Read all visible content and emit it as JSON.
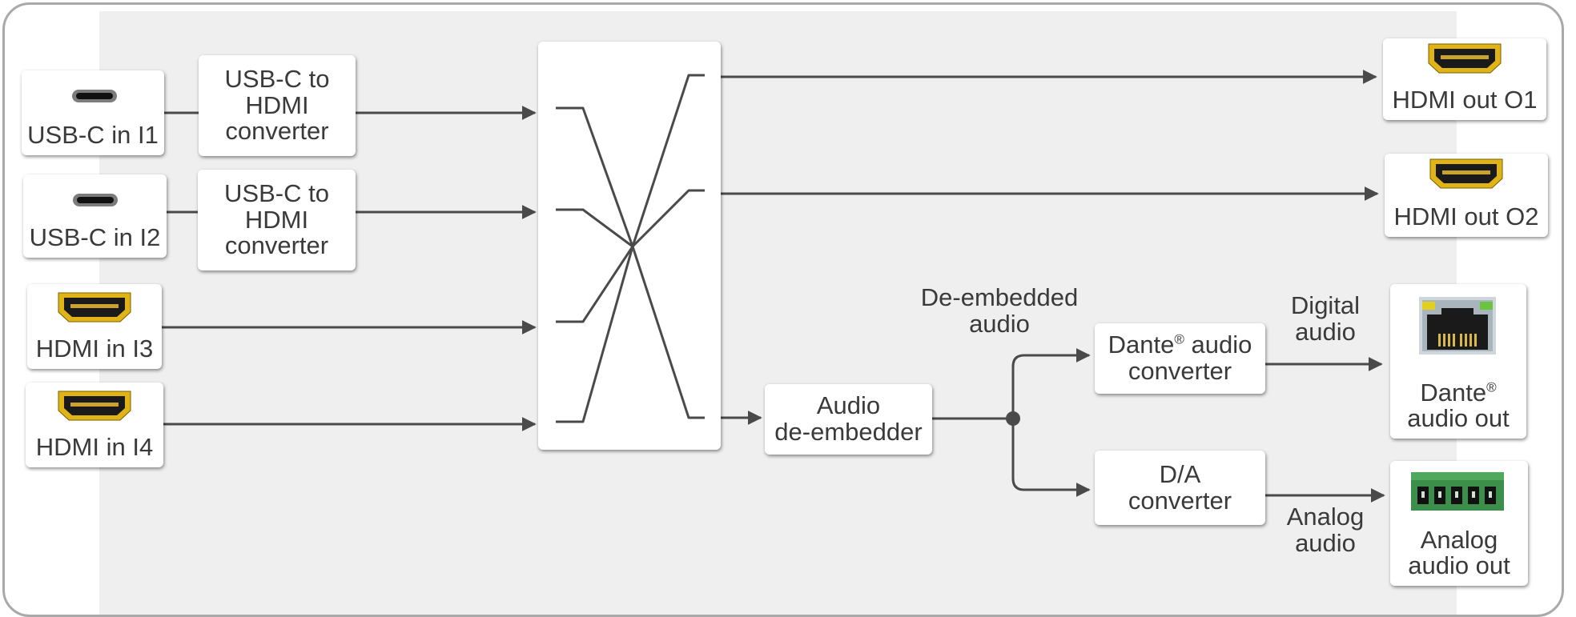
{
  "inputs": {
    "usbc_i1": "USB-C in I1",
    "usbc_i2": "USB-C in I2",
    "hdmi_i3": "HDMI in I3",
    "hdmi_i4": "HDMI in I4"
  },
  "converters": {
    "usbc_hdmi_1": "USB-C to\nHDMI\nconverter",
    "usbc_hdmi_2": "USB-C to\nHDMI\nconverter"
  },
  "outputs": {
    "hdmi_o1": "HDMI out O1",
    "hdmi_o2": "HDMI out O2",
    "dante_out": "Dante",
    "dante_out_reg": "®",
    "dante_out_line2": "audio out",
    "analog_out": "Analog\naudio out"
  },
  "processing": {
    "deembedder": "Audio\nde-embedder",
    "dante_converter": "Dante",
    "dante_converter_reg": "®",
    "dante_converter_rest": " audio",
    "dante_converter_line2": "converter",
    "da_converter": "D/A\nconverter"
  },
  "flow_labels": {
    "deembedded_audio": "De-embedded\naudio",
    "digital_audio": "Digital\naudio",
    "analog_audio": "Analog\naudio"
  },
  "colors": {
    "line": "#4a4a4a",
    "frame": "#a9a9a9",
    "panel": "#efefef",
    "hdmi_gold": "#e0b417",
    "terminal_green": "#3c8f4a"
  },
  "icons": {
    "usbc": "usb-c-port-icon",
    "hdmi": "hdmi-port-icon",
    "rj45": "rj45-port-icon",
    "terminal": "terminal-block-icon"
  }
}
